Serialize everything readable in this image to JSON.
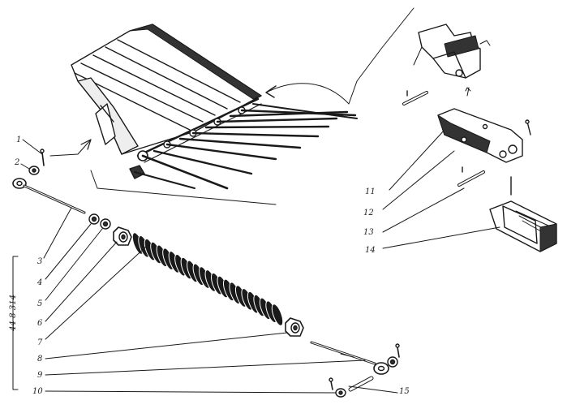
{
  "side_code": "44-8-314",
  "callouts": {
    "c1": "1",
    "c2": "2",
    "c3": "3",
    "c4": "4",
    "c5": "5",
    "c6": "6",
    "c7": "7",
    "c8": "8",
    "c9": "9",
    "c10": "10",
    "c11": "11",
    "c12": "12",
    "c13": "13",
    "c14": "14",
    "c15": "15"
  }
}
